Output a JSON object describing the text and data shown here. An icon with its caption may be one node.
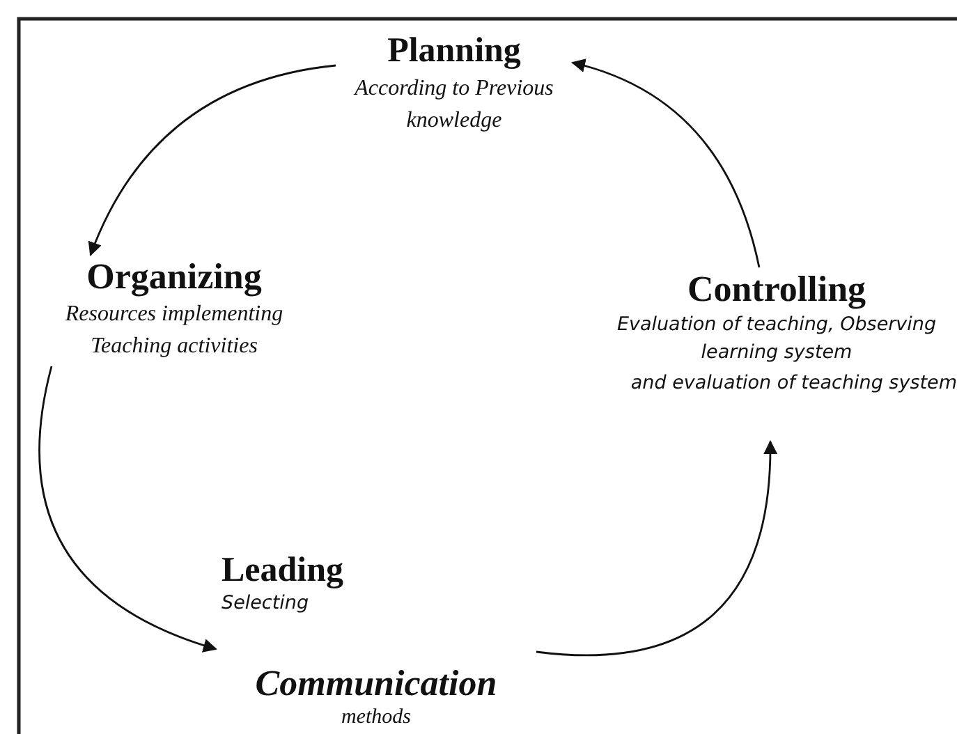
{
  "diagram": {
    "nodes": [
      {
        "text": [
          "Planning",
          "According to Previous knowledge"
        ]
      },
      {
        "text": [
          "Organizing",
          "Resources implementing Teaching activities"
        ]
      },
      {
        "text": [
          "Leading",
          "Selecting",
          "Communication",
          "methods"
        ]
      },
      {
        "text": [
          "Controlling",
          "Evaluation of teaching, Observing learning system",
          "and evaluation of teaching system"
        ]
      }
    ],
    "edges": [
      {
        "from": 0,
        "to": 1,
        "arrow": "to"
      },
      {
        "from": 1,
        "to": 2,
        "arrow": "to"
      },
      {
        "from": 2,
        "to": 3,
        "arrow": "to"
      },
      {
        "from": 3,
        "to": 0,
        "arrow": "to"
      }
    ]
  }
}
